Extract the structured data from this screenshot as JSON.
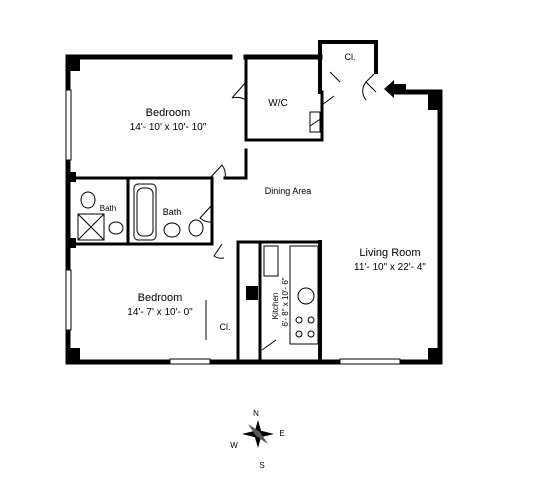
{
  "rooms": {
    "bedroom1": {
      "name": "Bedroom",
      "dims": "14'- 10' x 10'- 10\""
    },
    "wic": {
      "name": "W/C"
    },
    "closet_top": {
      "name": "Cl."
    },
    "dining": {
      "name": "Dining Area"
    },
    "living": {
      "name": "Living Room",
      "dims": "11'- 10\" x 22'- 4\""
    },
    "bath1": {
      "name": "Bath"
    },
    "bath2": {
      "name": "Bath"
    },
    "bedroom2": {
      "name": "Bedroom",
      "dims": "14'- 7' x 10'- 0\""
    },
    "closet_bottom": {
      "name": "Cl."
    },
    "kitchen": {
      "name": "Kitchen",
      "dims": "6'- 8\" x 10'- 6\""
    }
  },
  "compass": {
    "n": "N",
    "s": "S",
    "e": "E",
    "w": "W"
  },
  "icons": {
    "entry": "entry-arrow-icon",
    "compass": "compass-rose-icon"
  }
}
